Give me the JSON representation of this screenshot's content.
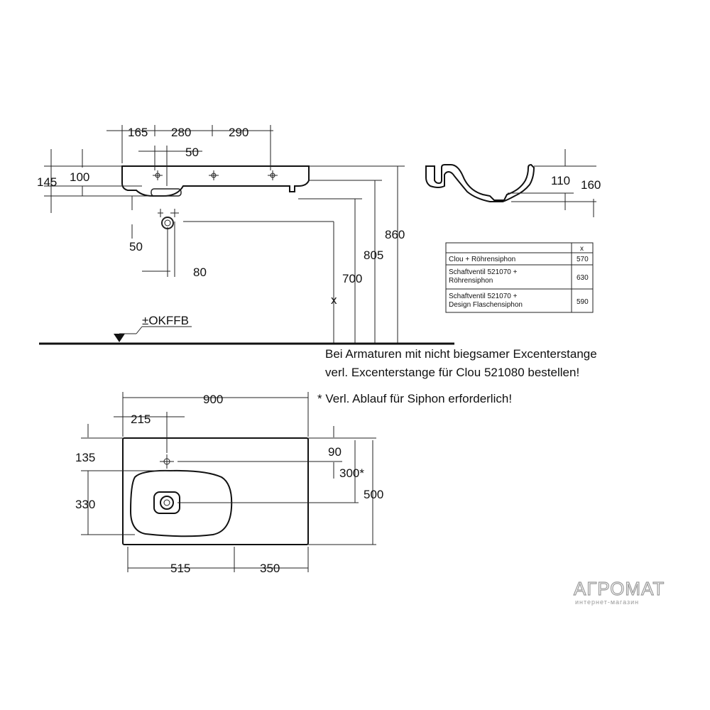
{
  "side_view": {
    "dims_top": [
      "165",
      "280",
      "290"
    ],
    "dim_50_top": "50",
    "dim_145": "145",
    "dim_100": "100",
    "dim_50_low": "50",
    "dim_80": "80",
    "dim_x": "x",
    "dim_700": "700",
    "dim_805": "805",
    "dim_860": "860",
    "floor_label": "±OKFFB"
  },
  "section_view": {
    "dim_110": "110",
    "dim_160": "160"
  },
  "table": {
    "header": [
      "",
      "x"
    ],
    "rows": [
      {
        "lines": [
          "Clou + Röhrensiphon"
        ],
        "value": "570"
      },
      {
        "lines": [
          "Schaftventil 521070 +",
          "Röhrensiphon"
        ],
        "value": "630"
      },
      {
        "lines": [
          "Schaftventil 521070 +",
          "Design Flaschensiphon"
        ],
        "value": "590"
      }
    ]
  },
  "notes": {
    "line1": "Bei Armaturen mit nicht biegsamer Excenterstange",
    "line2": "verl. Excenterstange für Clou 521080 bestellen!",
    "line3": "* Verl. Ablauf für Siphon erforderlich!"
  },
  "plan_view": {
    "dim_900": "900",
    "dim_215": "215",
    "dim_135": "135",
    "dim_330": "330",
    "dim_90": "90",
    "dim_300": "300*",
    "dim_500": "500",
    "dim_515": "515",
    "dim_350": "350"
  },
  "watermark": {
    "brand": "АГРОМАТ",
    "tagline": "интернет-магазин"
  }
}
